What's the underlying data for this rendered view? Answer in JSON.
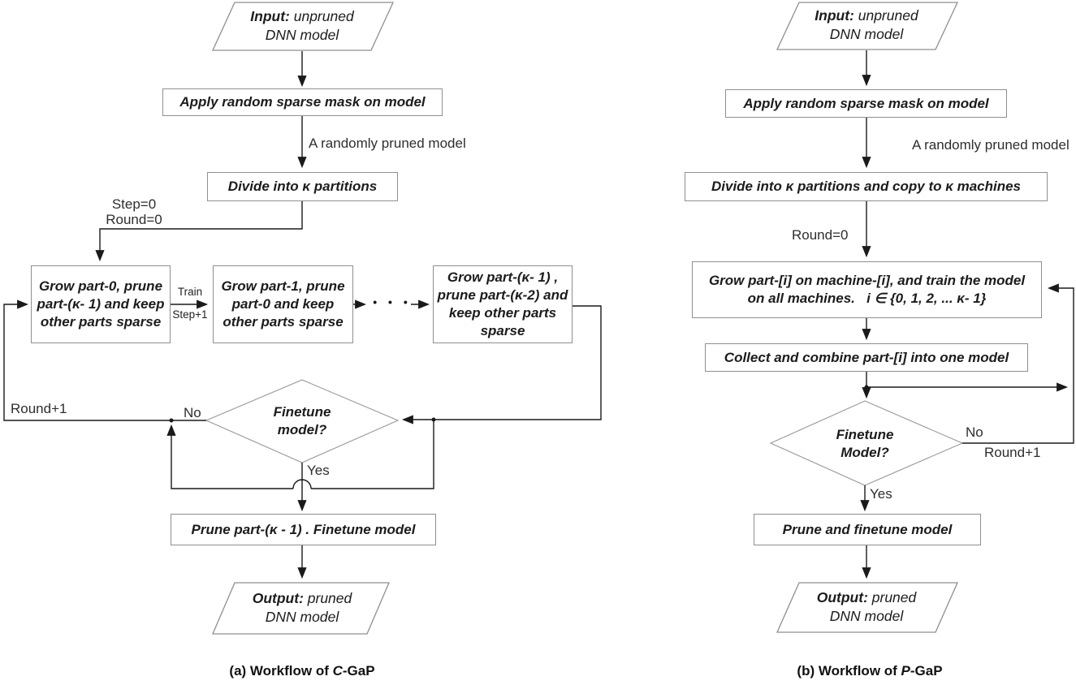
{
  "figure": {
    "ink_color": "#1a1a1a",
    "box_border_color": "#8f8f8f"
  },
  "left": {
    "caption": {
      "pre": "(a) Workflow of ",
      "name_italic": "C",
      "post": "-GaP"
    },
    "input": {
      "lead": "Input:",
      "rest": " unpruned DNN model"
    },
    "apply": "Apply random sparse mask on model",
    "randomly_pruned_label": "A randomly pruned model",
    "divide": "Divide into κ partitions",
    "step0_label": "Step=0",
    "round0_label": "Round=0",
    "grow0": "Grow part-0, prune part-(κ- 1) and keep other parts sparse",
    "train_label": "Train",
    "step_plus_label": "Step+1",
    "grow1": "Grow part-1, prune part-0 and keep other parts sparse",
    "dots": "• • •",
    "growk": "Grow part-(κ- 1) , prune part-(κ-2) and keep other parts sparse",
    "decision": "Finetune model?",
    "no_label": "No",
    "round_plus_label": "Round+1",
    "yes_label": "Yes",
    "prune": "Prune part-(κ - 1) . Finetune model",
    "output": {
      "lead": "Output:",
      "rest": " pruned DNN model"
    }
  },
  "right": {
    "caption": {
      "pre": "(b) Workflow of ",
      "name_italic": "P",
      "post": "-GaP"
    },
    "input": {
      "lead": "Input:",
      "rest": " unpruned DNN model"
    },
    "apply": "Apply random sparse mask on model",
    "randomly_pruned_label": "A randomly pruned model",
    "divide": "Divide into κ partitions and copy to κ machines",
    "round0_label": "Round=0",
    "grow_line1": "Grow part-[i] on machine-[i], and train the model",
    "grow_line2": "on all machines.   i ∈ {0, 1, 2, ... κ- 1}",
    "collect": "Collect and combine part-[i] into one model",
    "decision": "Finetune Model?",
    "no_label": "No",
    "round_plus_label": "Round+1",
    "yes_label": "Yes",
    "prune": "Prune and finetune model",
    "output": {
      "lead": "Output:",
      "rest": " pruned DNN model"
    }
  }
}
